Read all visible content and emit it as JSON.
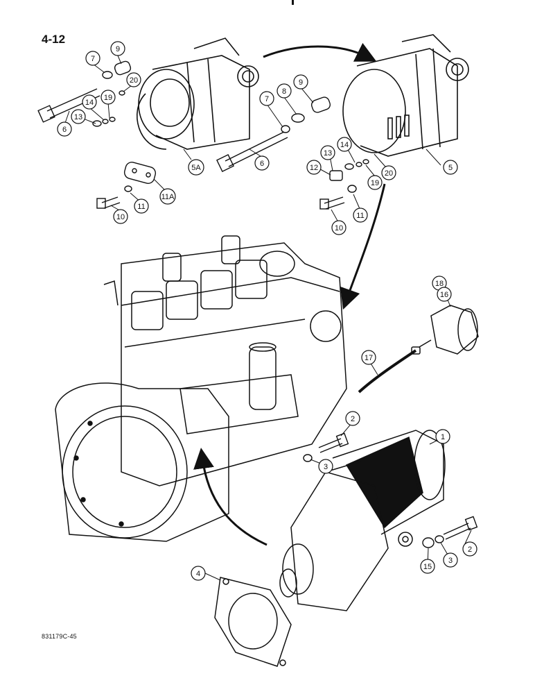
{
  "page_number": "4-12",
  "drawing_code": "831179C-45",
  "callouts": [
    "1",
    "2",
    "3",
    "4",
    "5",
    "5A",
    "6",
    "7",
    "8",
    "9",
    "10",
    "11",
    "11A",
    "12",
    "13",
    "14",
    "15",
    "16",
    "17",
    "18",
    "19",
    "20"
  ]
}
